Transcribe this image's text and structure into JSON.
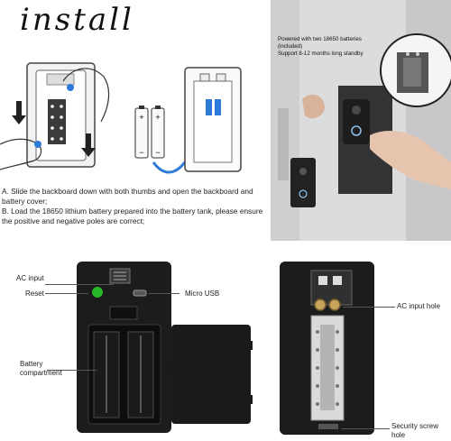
{
  "title": "install",
  "instructions": {
    "step_a": "A. Slide the backboard down with both thumbs and open the backboard and battery cover;",
    "step_b": "B. Load the 18650 lithium battery prepared into the battery tank, please ensure the positive and negative poles are correct;"
  },
  "battery_labels": {
    "plus_1": "+",
    "plus_2": "+",
    "minus_1": "−",
    "minus_2": "−"
  },
  "photo": {
    "caption_line1": "Powered with two 18650 batteries",
    "caption_line2": "(included)",
    "caption_line3": "Support 8-12 months long standby"
  },
  "front_labels": {
    "ac_input": "AC input",
    "reset": "Reset",
    "micro_usb": "Micro USB",
    "battery_compartment_1": "Battery",
    "battery_compartment_2": "compartment"
  },
  "back_labels": {
    "ac_input_hole": "AC input hole",
    "security_screw_1": "Security screw",
    "security_screw_2": "hole"
  }
}
